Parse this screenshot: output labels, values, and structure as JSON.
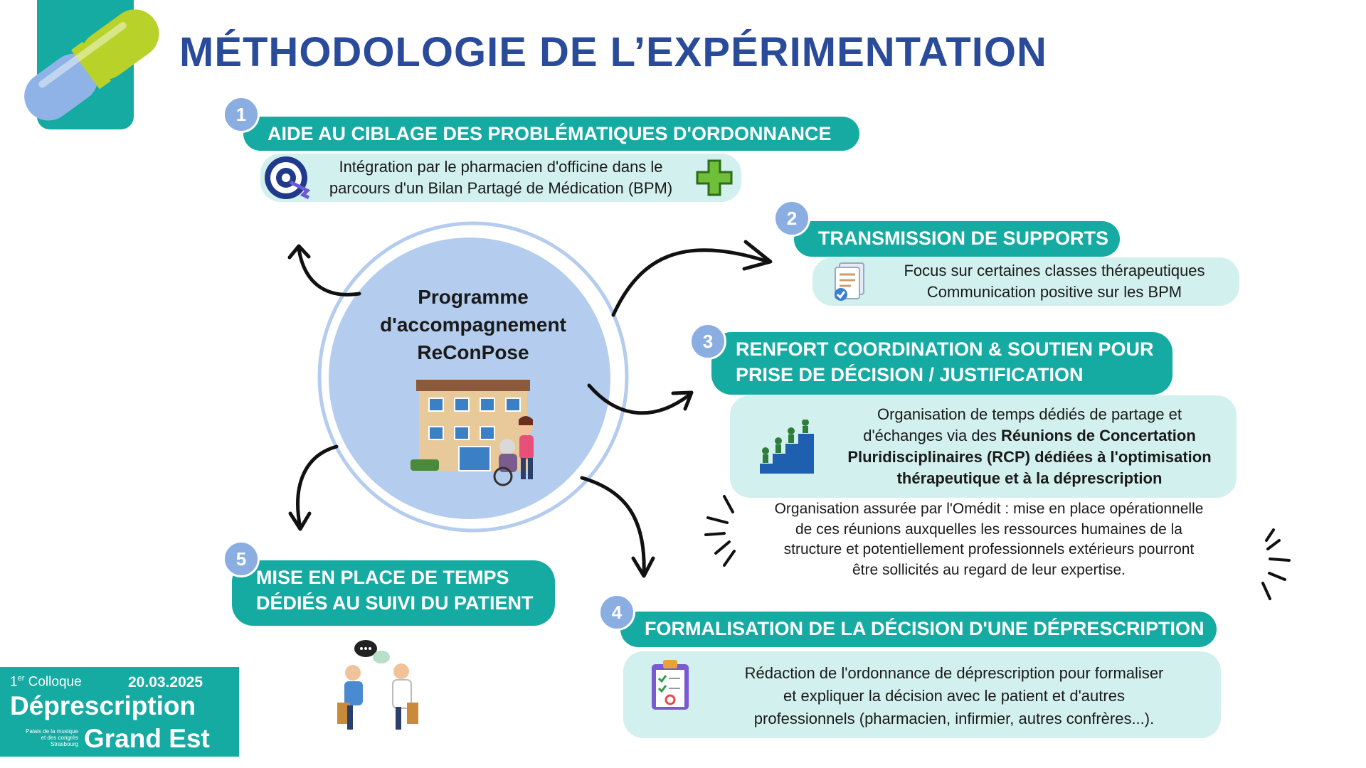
{
  "title": "MÉTHODOLOGIE DE L’EXPÉRIMENTATION",
  "center": {
    "line1": "Programme",
    "line2": "d'accompagnement",
    "line3": "ReConPose"
  },
  "steps": [
    {
      "number": "1",
      "header": "AIDE AU CIBLAGE DES PROBLÉMATIQUES D'ORDONNANCE",
      "text": [
        "Intégration par le pharmacien d'officine dans le",
        "parcours d'un Bilan Partagé de Médication (BPM)"
      ]
    },
    {
      "number": "2",
      "header": "TRANSMISSION DE SUPPORTS",
      "text": [
        "Focus sur certaines classes thérapeutiques",
        "Communication positive sur les BPM"
      ]
    },
    {
      "number": "3",
      "header_line1": "RENFORT COORDINATION & SOUTIEN POUR",
      "header_line2": "PRISE DE DÉCISION / JUSTIFICATION",
      "text_line1": "Organisation de temps dédiés de partage et",
      "text_line2_a": "d'échanges via des ",
      "text_line2_b": "Réunions de Concertation",
      "text_line3": "Pluridisciplinaires (RCP) dédiées à l'optimisation",
      "text_line4": "thérapeutique et à la déprescription",
      "note": [
        "Organisation assurée par l'Omédit : mise en place opérationnelle",
        "de ces réunions auxquelles les ressources humaines de la",
        "structure et potentiellement professionnels extérieurs pourront",
        "être sollicités au regard de leur expertise."
      ]
    },
    {
      "number": "4",
      "header": "FORMALISATION DE LA DÉCISION D'UNE DÉPRESCRIPTION",
      "text": [
        "Rédaction de l'ordonnance de déprescription pour formaliser",
        "et expliquer la décision avec le patient et d'autres",
        "professionnels (pharmacien, infirmier, autres confrères...)."
      ]
    },
    {
      "number": "5",
      "header_line1": "MISE EN PLACE DE TEMPS",
      "header_line2": "DÉDIÉS AU SUIVI DU PATIENT"
    }
  ],
  "footer": {
    "edition": "1",
    "edition_sup": "er",
    "colloque": "Colloque",
    "date": "20.03.2025",
    "line1": "Déprescription",
    "venue": [
      "Palais de la musique",
      "et des congrès",
      "Strasbourg"
    ],
    "line2": "Grand Est"
  },
  "icons": {
    "pill": "pill-capsule-icon",
    "target": "target-icon",
    "pharmacy_cross": "pharmacy-cross-icon",
    "documents": "documents-icon",
    "team_stairs": "team-stairs-icon",
    "clipboard": "prescription-clipboard-icon",
    "consultation": "doctor-patient-consultation-icon",
    "building": "care-home-building-icon"
  },
  "colors": {
    "title": "#2a4a9a",
    "teal": "#15aaa2",
    "light_teal": "#d2f0ee",
    "number_badge": "#8aaee2",
    "circle": "#b4ccee"
  }
}
